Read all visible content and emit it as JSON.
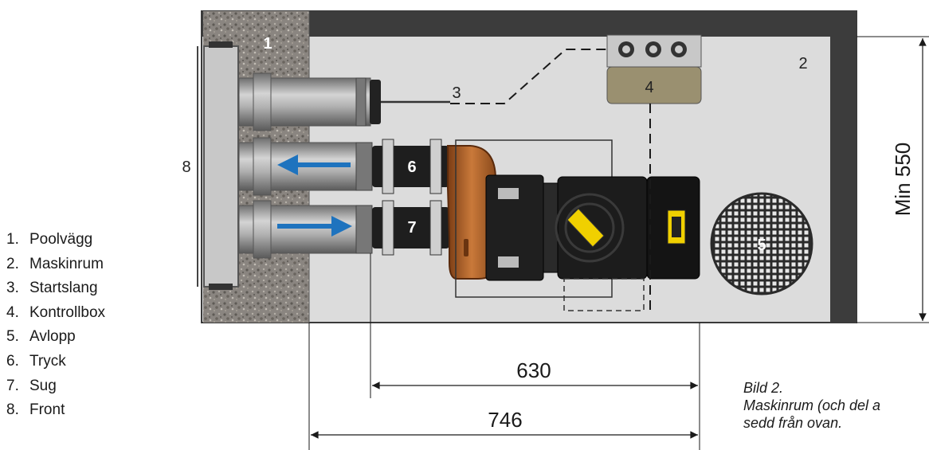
{
  "callouts": {
    "c1": "1",
    "c2": "2",
    "c3": "3",
    "c4": "4",
    "c5": "5",
    "c6": "6",
    "c7": "7",
    "c8": "8"
  },
  "legend": [
    {
      "num": "1.",
      "text": "Poolvägg"
    },
    {
      "num": "2.",
      "text": "Maskinrum"
    },
    {
      "num": "3.",
      "text": "Startslang"
    },
    {
      "num": "4.",
      "text": "Kontrollbox"
    },
    {
      "num": "5.",
      "text": "Avlopp"
    },
    {
      "num": "6.",
      "text": "Tryck"
    },
    {
      "num": "7.",
      "text": "Sug"
    },
    {
      "num": "8.",
      "text": "Front"
    }
  ],
  "dimensions": {
    "height_label": "Min 550",
    "pump_length": "630",
    "room_length": "746"
  },
  "caption": {
    "line1": "Bild 2.",
    "line2": "Maskinrum (och del a",
    "line3": "sedd från ovan."
  },
  "colors": {
    "room_floor": "#dcdcdc",
    "room_wall": "#3a3a3a",
    "pool_wall_gravel": "#7a7570",
    "pipe_steel": "#a8a8a8",
    "elbow_copper": "#b8632a",
    "motor_body": "#1c1c1c",
    "flow_arrow": "#1e73be",
    "motor_label": "#f0d000",
    "control_box": "#9a9070"
  },
  "icons": {
    "drain": "drain-grate-icon",
    "flow_out": "arrow-left-icon",
    "flow_in": "arrow-right-icon"
  }
}
